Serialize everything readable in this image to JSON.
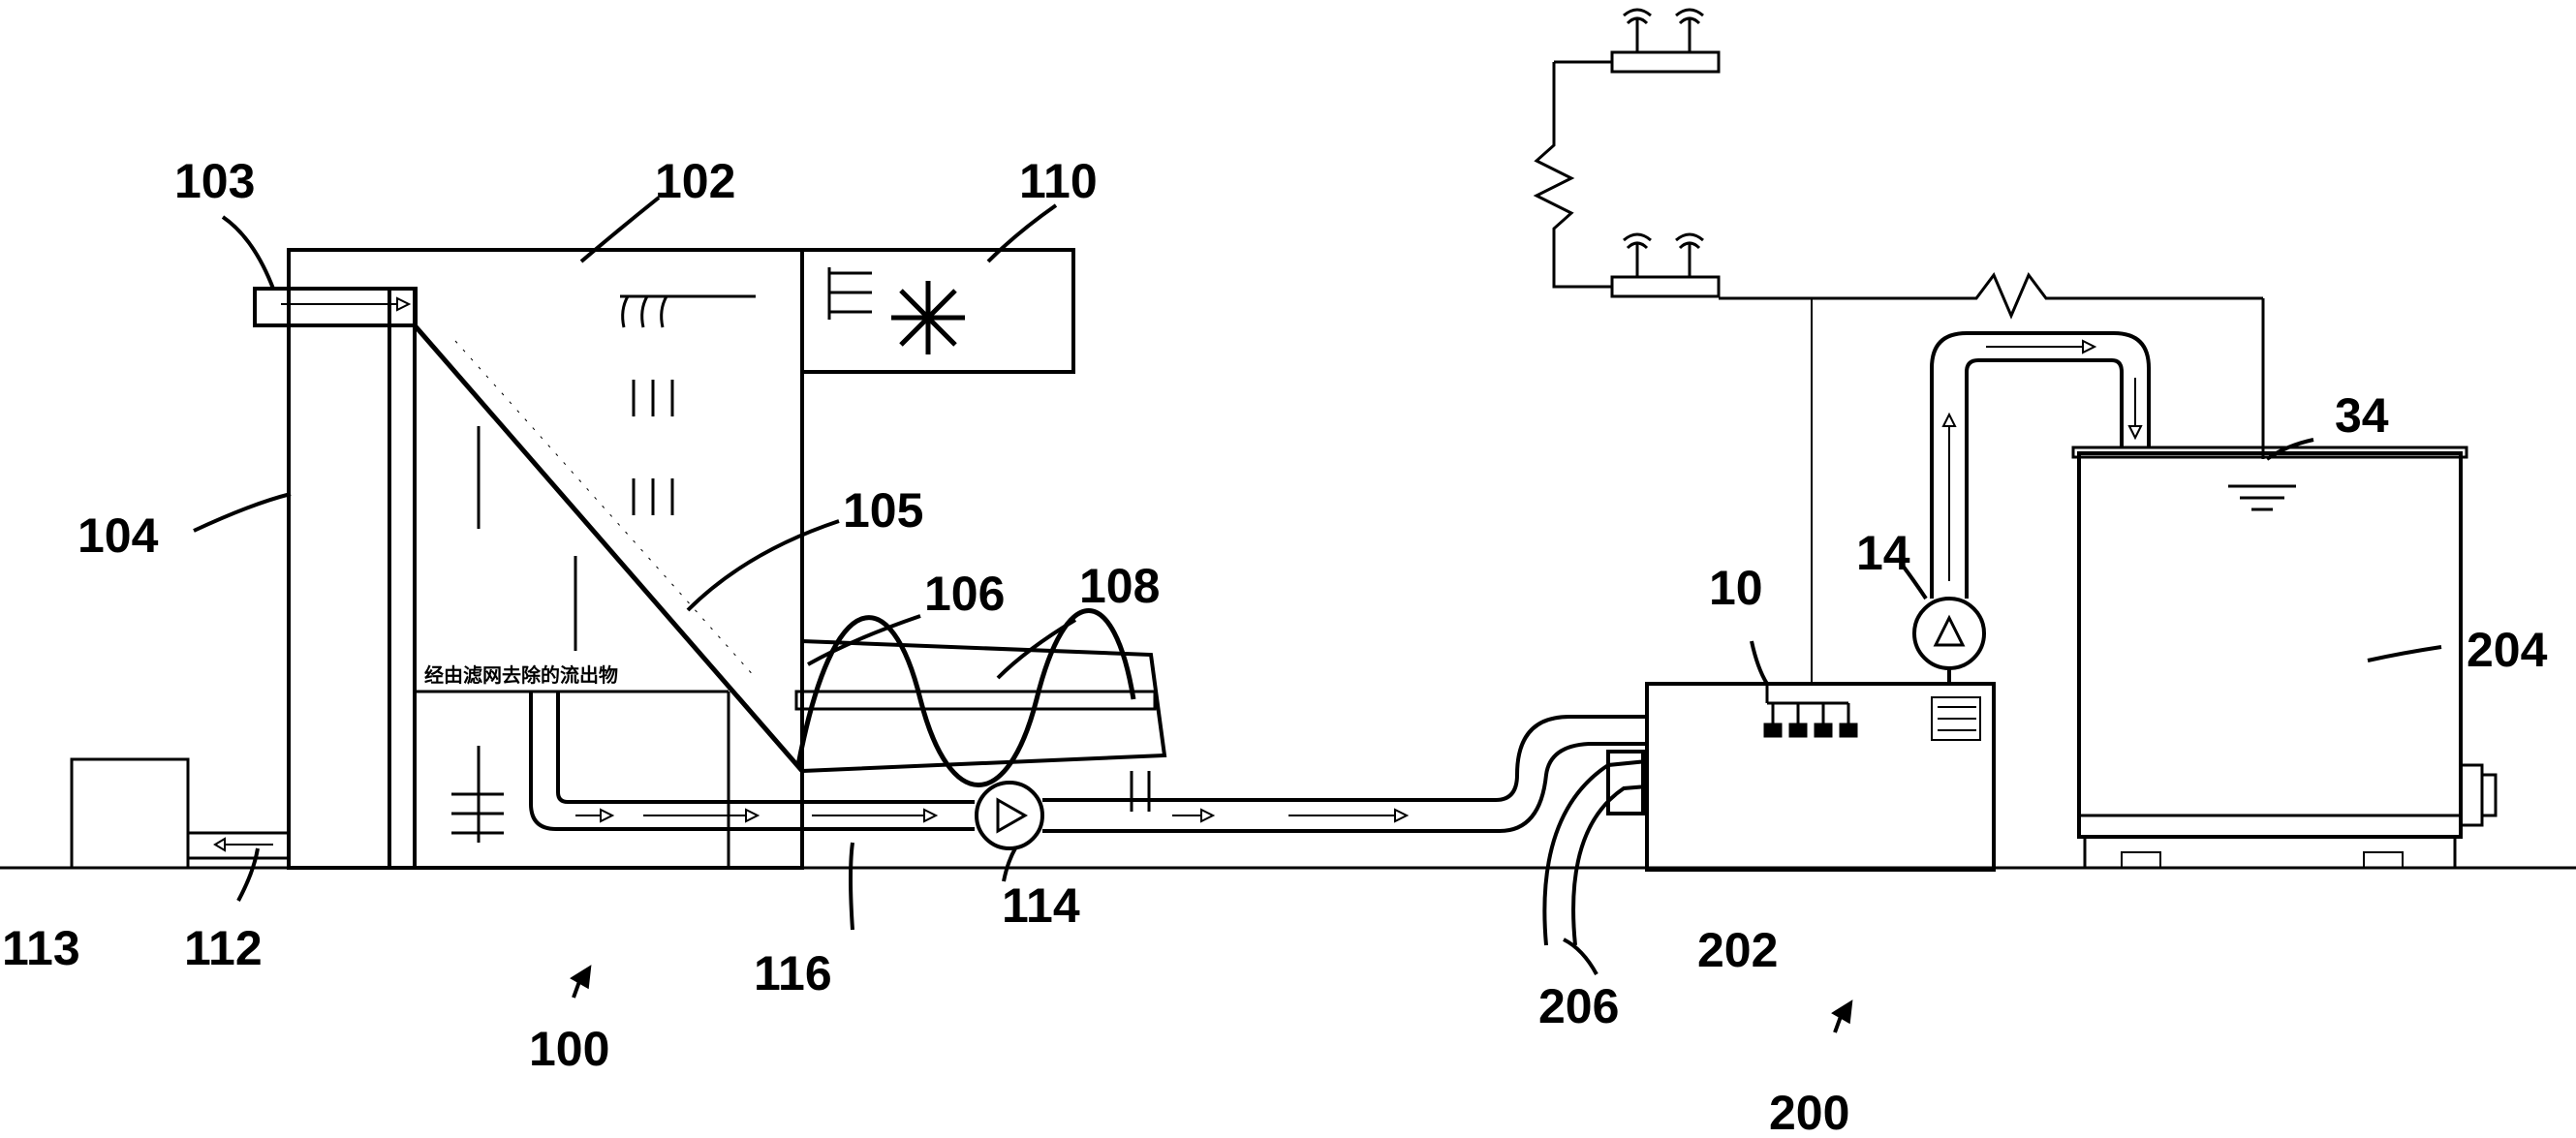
{
  "diagram": {
    "labels": {
      "l100": "100",
      "l102": "102",
      "l103": "103",
      "l104": "104",
      "l105": "105",
      "l106": "106",
      "l108": "108",
      "l110": "110",
      "l112": "112",
      "l113": "113",
      "l114": "114",
      "l116": "116",
      "l200": "200",
      "l202": "202",
      "l204": "204",
      "l206": "206",
      "l10": "10",
      "l14": "14",
      "l34": "34"
    },
    "annotation": "经由滤网去除的流出物"
  }
}
